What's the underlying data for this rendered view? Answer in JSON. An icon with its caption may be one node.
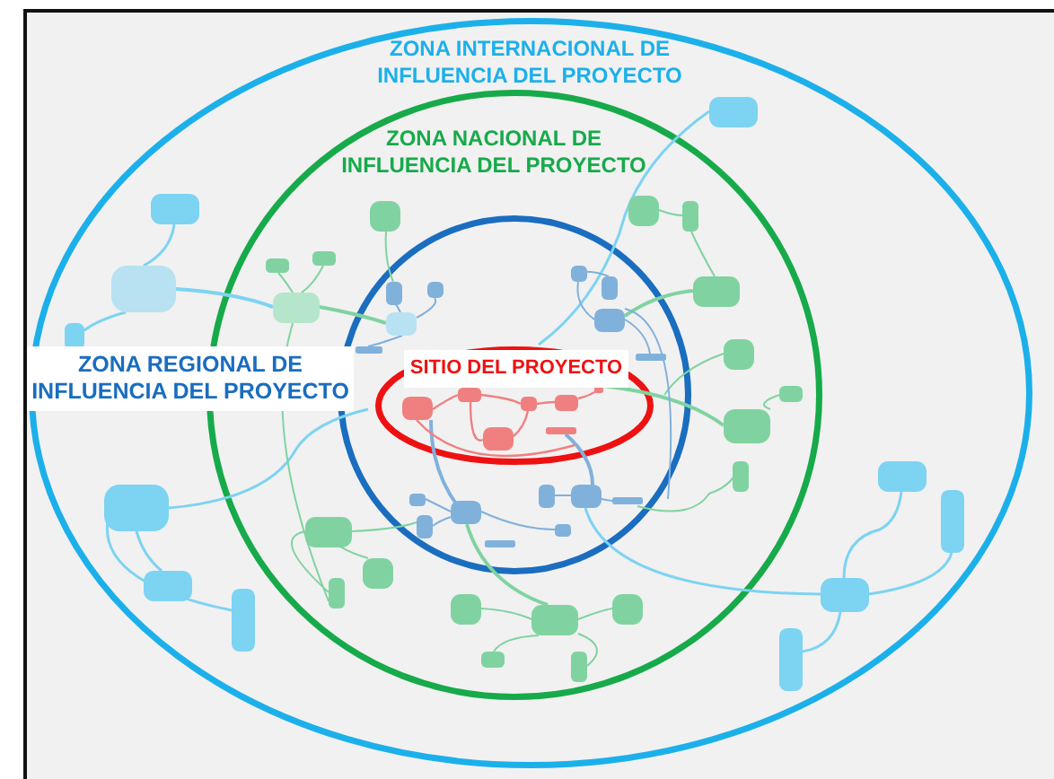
{
  "diagram": {
    "nodes": [
      {
        "text": [
          "ZONA INTERNACIONAL DE INFLUENCIA DEL PROYECTO"
        ]
      },
      {
        "text": [
          "ZONA NACIONAL DE INFLUENCIA DEL PROYECTO"
        ],
        "in": 0
      },
      {
        "text": [
          "ZONA REGIONAL DE INFLUENCIA DEL PROYECTO"
        ],
        "in": 1
      },
      {
        "text": [
          "SITIO DEL PROYECTO"
        ],
        "in": 2
      }
    ],
    "edges": []
  }
}
